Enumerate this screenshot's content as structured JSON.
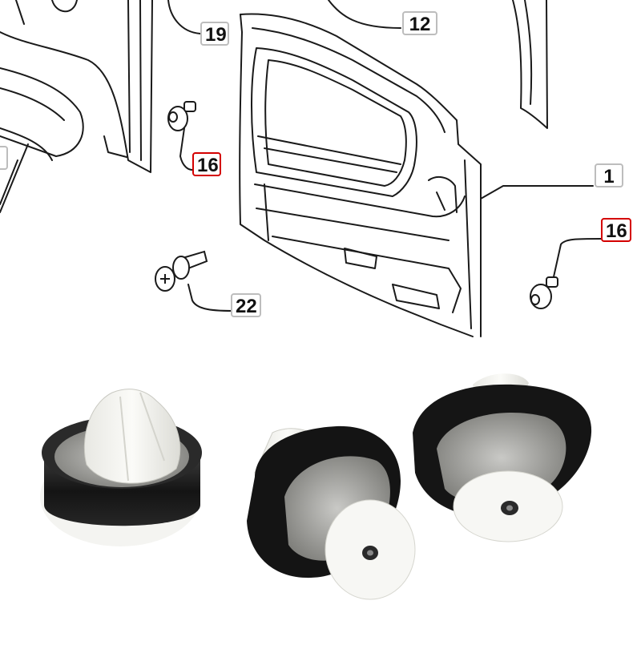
{
  "diagram": {
    "callouts": [
      {
        "id": "19",
        "label": "19",
        "highlighted": false
      },
      {
        "id": "12",
        "label": "12",
        "highlighted": false
      },
      {
        "id": "1",
        "label": "1",
        "highlighted": false
      },
      {
        "id": "16a",
        "label": "16",
        "highlighted": true
      },
      {
        "id": "16b",
        "label": "16",
        "highlighted": true
      },
      {
        "id": "22",
        "label": "22",
        "highlighted": false
      }
    ],
    "highlight_color": "#d40000",
    "line_color": "#1a1a1a"
  },
  "photo": {
    "description_colors": {
      "ring": "#1b1b1b",
      "clip_body": "#f2f2ef",
      "background": "#ffffff"
    }
  }
}
